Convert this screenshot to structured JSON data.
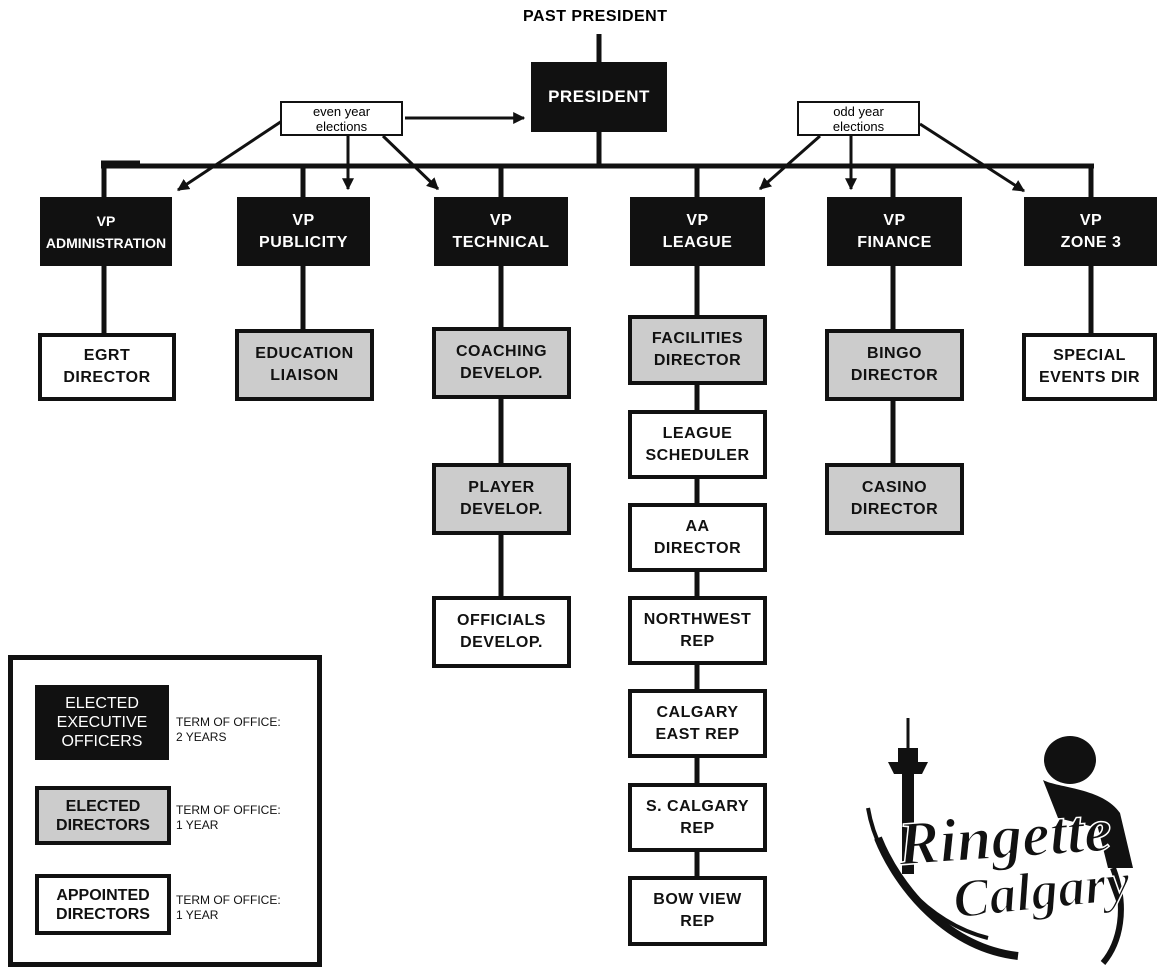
{
  "title": "PAST PRESIDENT",
  "president": "PRESIDENT",
  "notes": {
    "even": "even year\nelections",
    "odd": "odd year\nelections"
  },
  "vps": {
    "admin": "VP\nADMINISTRATION",
    "publicity": "VP\nPUBLICITY",
    "technical": "VP\nTECHNICAL",
    "league": "VP\nLEAGUE",
    "finance": "VP\nFINANCE",
    "zone3": "VP\nZONE 3"
  },
  "directors": {
    "egrt": "EGRT\nDIRECTOR",
    "education": "EDUCATION\nLIAISON",
    "coaching": "COACHING\nDEVELOP.",
    "player": "PLAYER\nDEVELOP.",
    "officials": "OFFICIALS\nDEVELOP.",
    "facilities": "FACILITIES\nDIRECTOR",
    "scheduler": "LEAGUE\nSCHEDULER",
    "aa": "AA\nDIRECTOR",
    "northwest": "NORTHWEST\nREP",
    "calgary_east": "CALGARY\nEAST REP",
    "s_calgary": "S. CALGARY\nREP",
    "bow_view": "BOW VIEW\nREP",
    "bingo": "BINGO\nDIRECTOR",
    "casino": "CASINO\nDIRECTOR",
    "special_events": "SPECIAL\nEVENTS DIR"
  },
  "legend": [
    {
      "label": "ELECTED\nEXECUTIVE\nOFFICERS",
      "term": "TERM OF OFFICE:\n2 YEARS"
    },
    {
      "label": "ELECTED\nDIRECTORS",
      "term": "TERM OF OFFICE:\n1 YEAR"
    },
    {
      "label": "APPOINTED\nDIRECTORS",
      "term": "TERM OF OFFICE:\n1 YEAR"
    }
  ],
  "logo": {
    "text1": "Ringette",
    "text2": "Calgary"
  },
  "colors": {
    "exec": "#111111",
    "elected": "#cccccc",
    "appointed": "#ffffff"
  }
}
